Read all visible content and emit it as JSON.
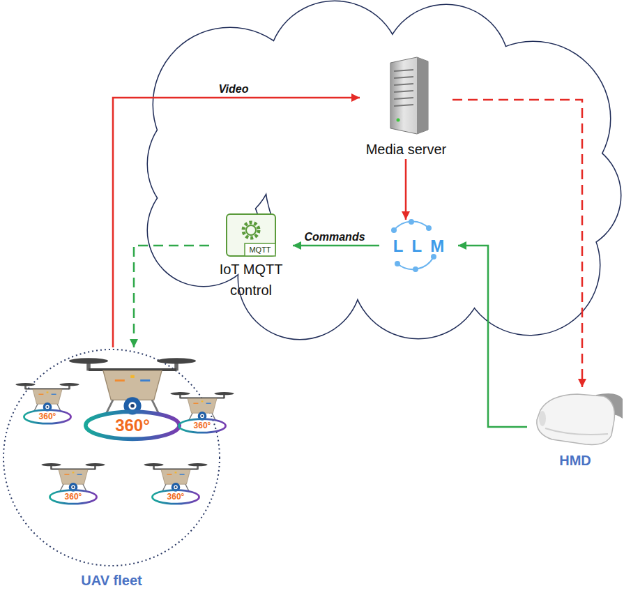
{
  "diagram": {
    "nodes": [
      {
        "text": [
          "Media server"
        ]
      },
      {
        "text": [
          "MQTT",
          "IoT MQTT control"
        ]
      },
      {
        "text": [
          "LLM"
        ]
      },
      {
        "text": [
          "UAV fleet"
        ]
      },
      {
        "text": [
          "HMD"
        ]
      }
    ],
    "edges": [
      {
        "from": 3,
        "to": 0,
        "label": "Video",
        "arrow": "to"
      },
      {
        "from": 0,
        "to": 4,
        "arrow": "to"
      },
      {
        "from": 0,
        "to": 2,
        "arrow": "to"
      },
      {
        "from": 4,
        "to": 2,
        "arrow": "to"
      },
      {
        "from": 2,
        "to": 1,
        "label": "Commands",
        "arrow": "to"
      },
      {
        "from": 1,
        "to": 3,
        "arrow": "to"
      }
    ],
    "labels": [
      "360°",
      "360°",
      "360°",
      "360°",
      "360°"
    ]
  }
}
